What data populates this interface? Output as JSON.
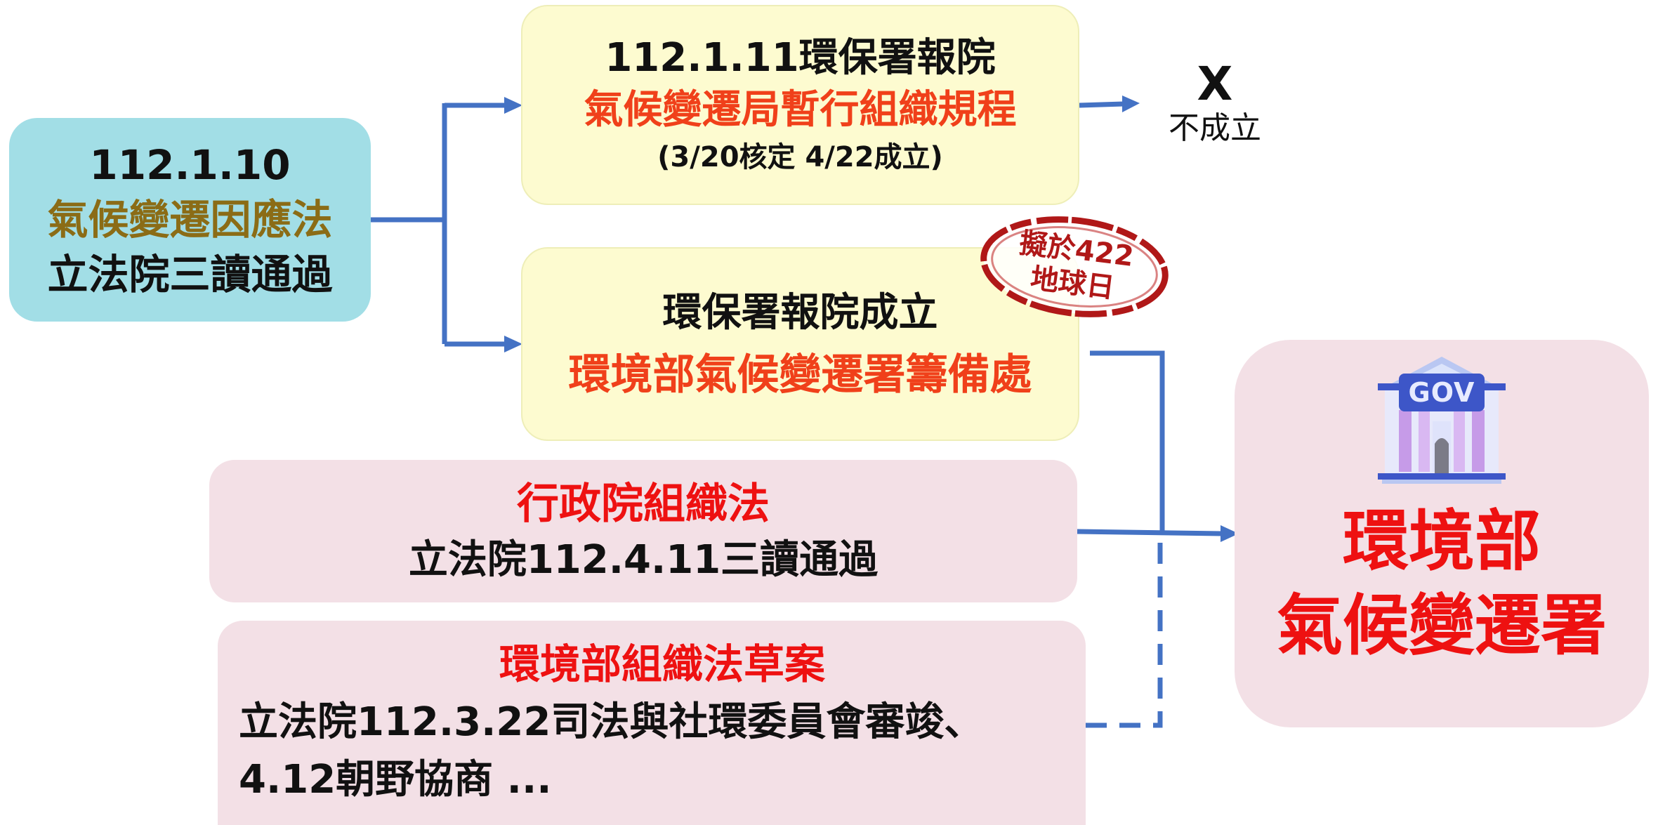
{
  "colors": {
    "connector": "#4472c4",
    "teal_box": "#a2dee6",
    "yellow_box": "#fdfbd0",
    "yellow_border": "#eeeeb8",
    "pink_box": "#f3e0e6",
    "red_text": "#ee1111",
    "orange_red_text": "#f0401a",
    "olive_text": "#8b6c16",
    "stamp_red": "#b01818"
  },
  "law_box": {
    "date": "112.1.10",
    "law_name": "氣候變遷因應法",
    "status": "立法院三讀通過"
  },
  "regulation_box": {
    "line1": "112.1.11環保署報院",
    "line2": "氣候變遷局暫行組織規程",
    "line3": "(3/20核定 4/22成立)"
  },
  "not_established": {
    "mark": "X",
    "label": "不成立"
  },
  "preparatory_box": {
    "line1": "環保署報院成立",
    "line2": "環境部氣候變遷署籌備處"
  },
  "stamp": {
    "line1": "擬於422",
    "line2": "地球日"
  },
  "exec_yuan_box": {
    "title": "行政院組織法",
    "status": "立法院112.4.11三讀通過"
  },
  "draft_box": {
    "title": "環境部組織法草案",
    "line1": "立法院112.3.22司法與社環委員會審竣、",
    "line2": "4.12朝野協商 ..."
  },
  "result_box": {
    "icon_label": "GOV",
    "line1": "環境部",
    "line2": "氣候變遷署"
  }
}
